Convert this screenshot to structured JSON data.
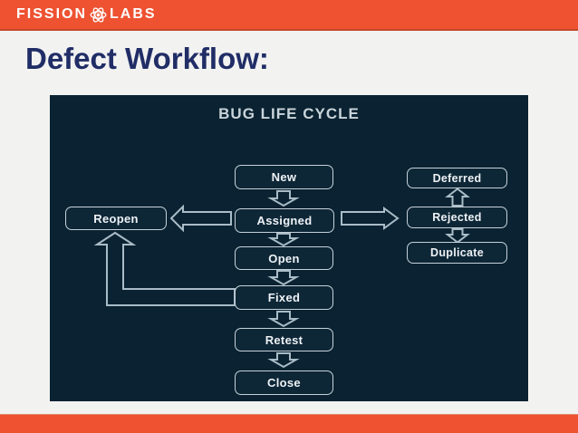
{
  "header": {
    "logo": {
      "left": "FISSION",
      "right": "LABS",
      "icon": "atom-icon"
    }
  },
  "title": "Defect Workflow:",
  "diagram": {
    "title": "BUG LIFE CYCLE",
    "nodes": [
      {
        "id": "new",
        "label": "New"
      },
      {
        "id": "assigned",
        "label": "Assigned"
      },
      {
        "id": "open",
        "label": "Open"
      },
      {
        "id": "fixed",
        "label": "Fixed"
      },
      {
        "id": "retest",
        "label": "Retest"
      },
      {
        "id": "close",
        "label": "Close"
      },
      {
        "id": "reopen",
        "label": "Reopen"
      },
      {
        "id": "deferred",
        "label": "Deferred"
      },
      {
        "id": "rejected",
        "label": "Rejected"
      },
      {
        "id": "duplicate",
        "label": "Duplicate"
      }
    ],
    "edges": [
      {
        "from": "new",
        "to": "assigned",
        "style": "hollow-arrow",
        "direction": "down"
      },
      {
        "from": "assigned",
        "to": "open",
        "style": "hollow-arrow",
        "direction": "down"
      },
      {
        "from": "open",
        "to": "fixed",
        "style": "hollow-arrow",
        "direction": "down"
      },
      {
        "from": "fixed",
        "to": "retest",
        "style": "hollow-arrow",
        "direction": "down"
      },
      {
        "from": "retest",
        "to": "close",
        "style": "hollow-arrow",
        "direction": "down"
      },
      {
        "from": "assigned",
        "to": "reopen",
        "style": "hollow-arrow",
        "direction": "left"
      },
      {
        "from": "fixed",
        "to": "reopen",
        "style": "hollow-arrow",
        "direction": "left-then-up-elbow"
      },
      {
        "from": "assigned",
        "to": "rejected",
        "style": "hollow-arrow",
        "direction": "right"
      },
      {
        "from": "rejected",
        "to": "deferred",
        "style": "hollow-arrow",
        "direction": "up"
      },
      {
        "from": "rejected",
        "to": "duplicate",
        "style": "hollow-arrow",
        "direction": "down"
      }
    ],
    "colors": {
      "background": "#0a2231",
      "node_border": "#c5d2da",
      "node_fill": "#0e2737",
      "node_text": "#edf2f5",
      "arrow": "#a9bcc7",
      "title_text": "#c9d4da"
    }
  },
  "colors": {
    "brand_orange": "#ee5231",
    "page_background": "#f2f2f1",
    "title_navy": "#202d66"
  }
}
